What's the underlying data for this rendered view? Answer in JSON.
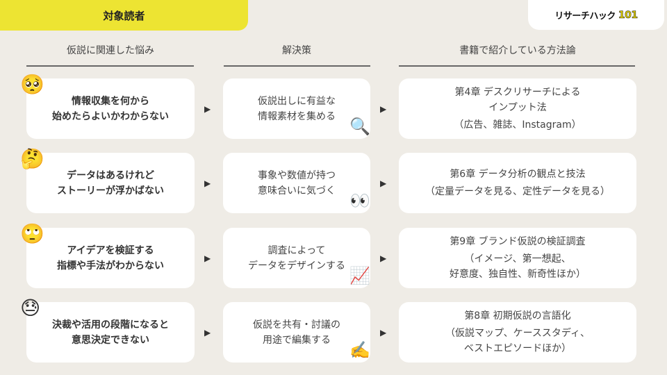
{
  "header": {
    "tab_label": "対象読者",
    "logo_text": "リサーチハック",
    "logo_number": "101"
  },
  "columns": [
    "仮説に関連した悩み",
    "解決策",
    "書籍で紹介している方法論"
  ],
  "rows": [
    {
      "emoji": "🥺",
      "problem": [
        "情報収集を何から",
        "始めたらよいかわからない"
      ],
      "solution": [
        "仮説出しに有益な",
        "情報素材を集める"
      ],
      "solution_emoji": "🔍",
      "method_title": [
        "第4章 デスクリサーチによる",
        "インプット法"
      ],
      "method_detail": [
        "（広告、雑誌、Instagram）"
      ]
    },
    {
      "emoji": "🤔",
      "problem": [
        "データはあるけれど",
        "ストーリーが浮かばない"
      ],
      "solution": [
        "事象や数値が持つ",
        "意味合いに気づく"
      ],
      "solution_emoji": "👀",
      "method_title": [
        "第6章 データ分析の観点と技法"
      ],
      "method_detail": [
        "（定量データを見る、定性データを見る）"
      ]
    },
    {
      "emoji": "🙄",
      "problem": [
        "アイデアを検証する",
        "指標や手法がわからない"
      ],
      "solution": [
        "調査によって",
        "データをデザインする"
      ],
      "solution_emoji": "📈",
      "method_title": [
        "第9章 ブランド仮説の検証調査"
      ],
      "method_detail": [
        "（イメージ、第一想起、",
        "好意度、独自性、新奇性ほか）"
      ]
    },
    {
      "emoji": "😓",
      "problem": [
        "決裁や活用の段階になると",
        "意思決定できない"
      ],
      "solution": [
        "仮説を共有・討議の",
        "用途で編集する"
      ],
      "solution_emoji": "✍️",
      "method_title": [
        "第8章 初期仮説の言語化"
      ],
      "method_detail": [
        "（仮説マップ、ケーススタディ、",
        "ベストエピソードほか）"
      ]
    }
  ],
  "arrow_glyph": "▶"
}
